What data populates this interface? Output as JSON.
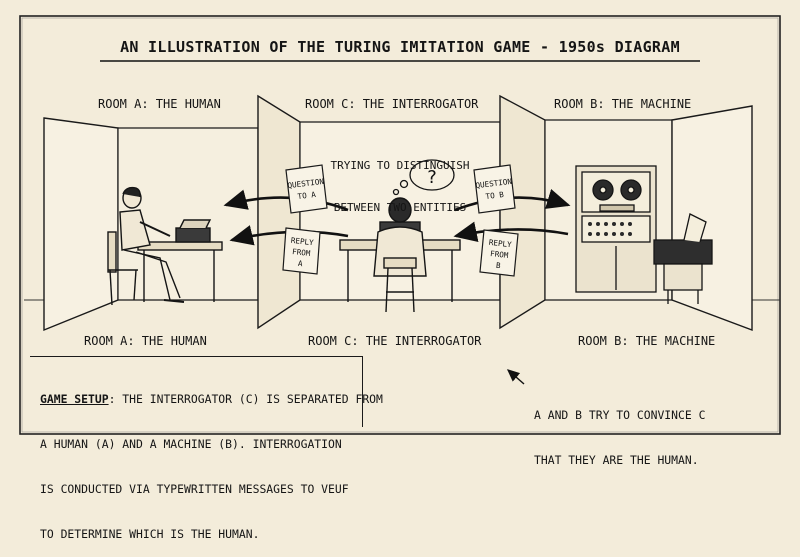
{
  "title": "AN ILLUSTRATION OF THE TURING IMITATION GAME - 1950s DIAGRAM",
  "rooms": {
    "a": {
      "top_label": "ROOM A: THE HUMAN",
      "bottom_label": "ROOM A: THE HUMAN"
    },
    "c": {
      "top_label": "ROOM C: THE INTERROGATOR",
      "bottom_label": "ROOM C: THE INTERROGATOR"
    },
    "b": {
      "top_label": "ROOM B: THE MACHINE",
      "bottom_label": "ROOM B: THE MACHINE"
    }
  },
  "center_note": {
    "line1": "TRYING TO DISTINGUISH",
    "line2": "BETWEEN TWO ENTITIES"
  },
  "thought_bubble": "?",
  "papers": {
    "question_a": {
      "line1": "QUESTION",
      "line2": "TO A"
    },
    "reply_a": {
      "line1": "REPLY",
      "line2": "FROM",
      "line3": "A"
    },
    "question_b": {
      "line1": "QUESTION",
      "line2": "TO B"
    },
    "reply_b": {
      "line1": "REPLY",
      "line2": "FROM",
      "line3": "B"
    }
  },
  "game_setup": {
    "heading": "GAME SETUP",
    "line1_rest": ": THE INTERROGATOR (C) IS SEPARATED FROM",
    "line2": "A HUMAN (A) AND A MACHINE (B). INTERROGATION",
    "line3": "IS CONDUCTED VIA TYPEWRITTEN MESSAGES TO VEUF",
    "line4": "TO DETERMINE WHICH IS THE HUMAN."
  },
  "convince_note": {
    "line1": "A AND B TRY TO CONVINCE C",
    "line2": "THAT THEY ARE THE HUMAN."
  }
}
